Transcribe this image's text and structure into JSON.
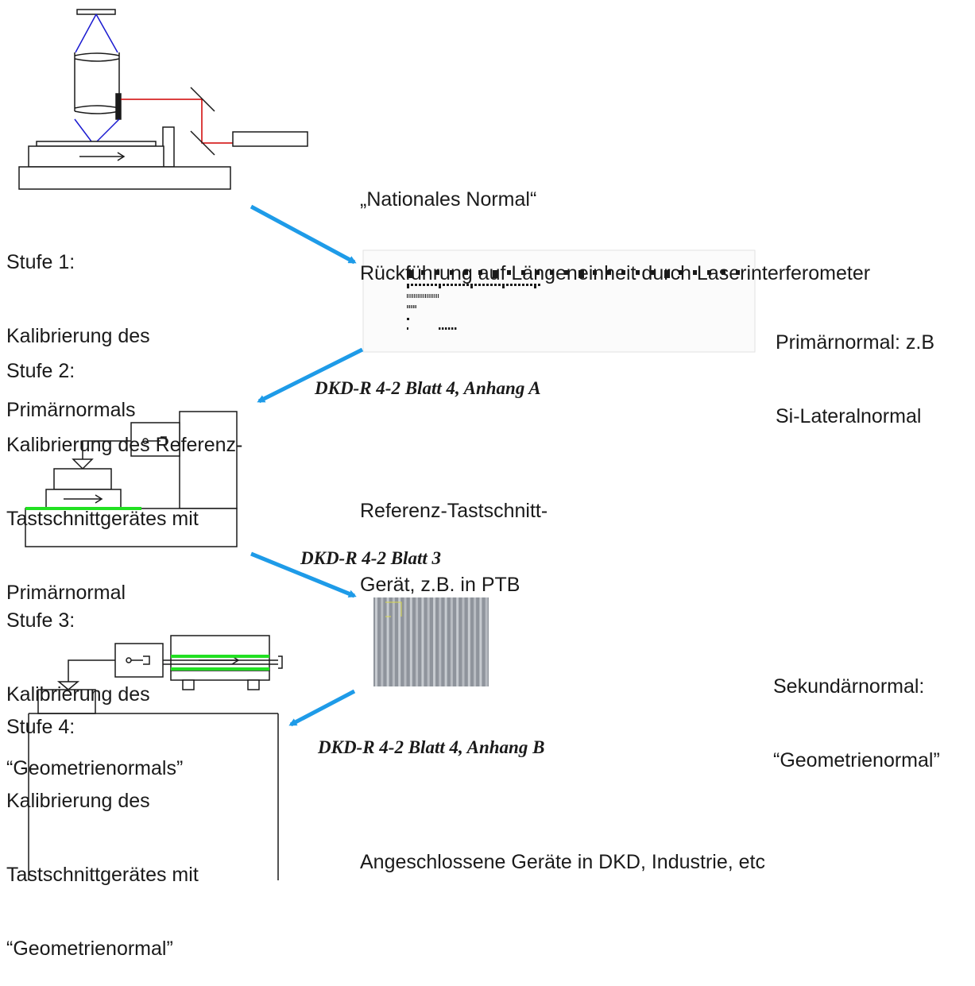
{
  "steps": [
    {
      "title": "Stufe 1:",
      "lines": [
        "Kalibrierung des",
        "Primärnormals"
      ]
    },
    {
      "title": "Stufe 2:",
      "lines": [
        "Kalibrierung des Referenz-",
        "Tastschnittgerätes mit",
        "Primärnormal"
      ]
    },
    {
      "title": "Stufe 3:",
      "lines": [
        "Kalibrierung des",
        "“Geometrienormals”"
      ]
    },
    {
      "title": "Stufe 4:",
      "lines": [
        "Kalibrierung des",
        "Tastschnittgerätes mit",
        "“Geometrienormal”"
      ]
    }
  ],
  "descriptions": {
    "national": [
      "„Nationales Normal“",
      "Rückführung auf Längeneinheit durch Laserinterferometer"
    ],
    "primary": [
      "Primärnormal: z.B",
      "Si-Lateralnormal"
    ],
    "reference": [
      "Referenz-Tastschnitt-",
      "Gerät, z.B. in PTB"
    ],
    "secondary": [
      "Sekundärnormal:",
      "“Geometrienormal”"
    ],
    "connected": [
      "Angeschlossene Geräte in DKD, Industrie, etc"
    ]
  },
  "references": {
    "r1": "DKD-R 4-2 Blatt 4, Anhang A",
    "r2": "DKD-R 4-2 Blatt 3",
    "r3": "DKD-R 4-2 Blatt 4, Anhang B"
  },
  "colors": {
    "arrow": "#1e9be8",
    "laser": "#d00000",
    "optics": "#1a1ad0",
    "highlight": "#22e022",
    "ink": "#1a1a1a"
  }
}
